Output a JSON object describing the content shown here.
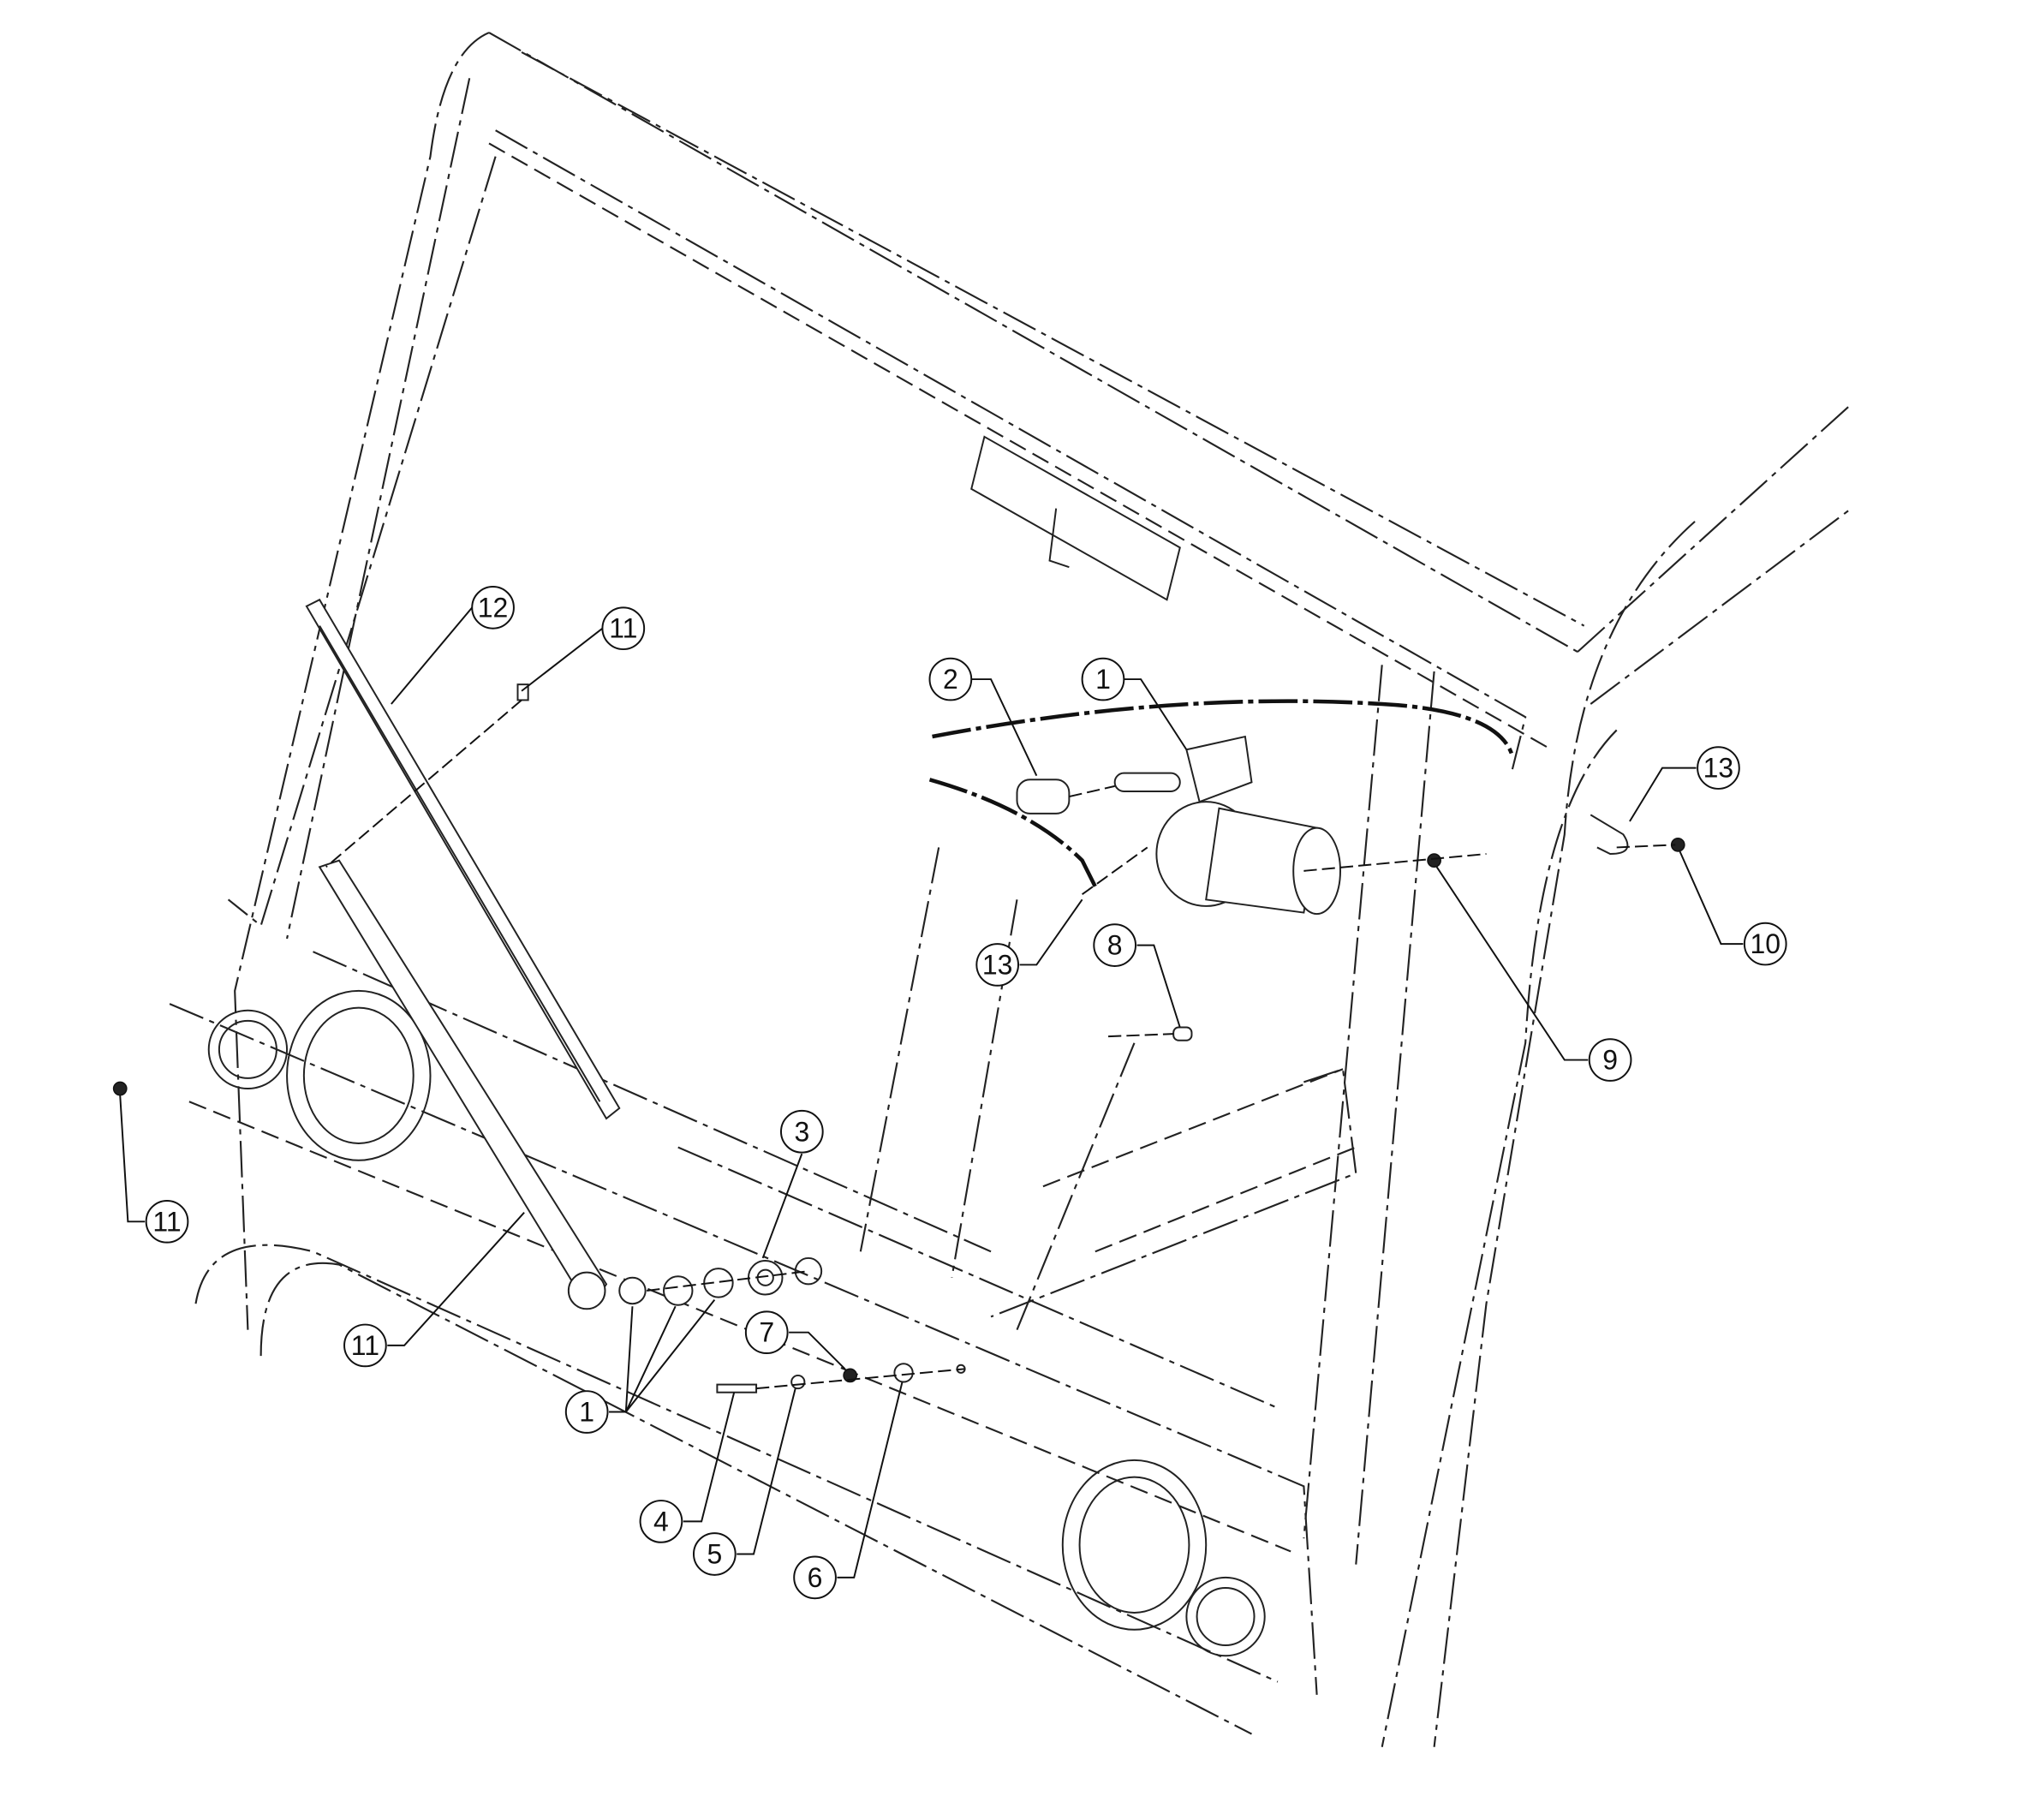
{
  "diagram": {
    "type": "exploded parts view - windshield wiper assembly",
    "callouts": {
      "c12": "12",
      "c11a": "11",
      "c2": "2",
      "c1a": "1",
      "c13a": "13",
      "c10": "10",
      "c9": "9",
      "c13b": "13",
      "c8": "8",
      "c3": "3",
      "c11b": "11",
      "c11c": "11",
      "c7": "7",
      "c1b": "1",
      "c4": "4",
      "c5": "5",
      "c6": "6"
    }
  }
}
